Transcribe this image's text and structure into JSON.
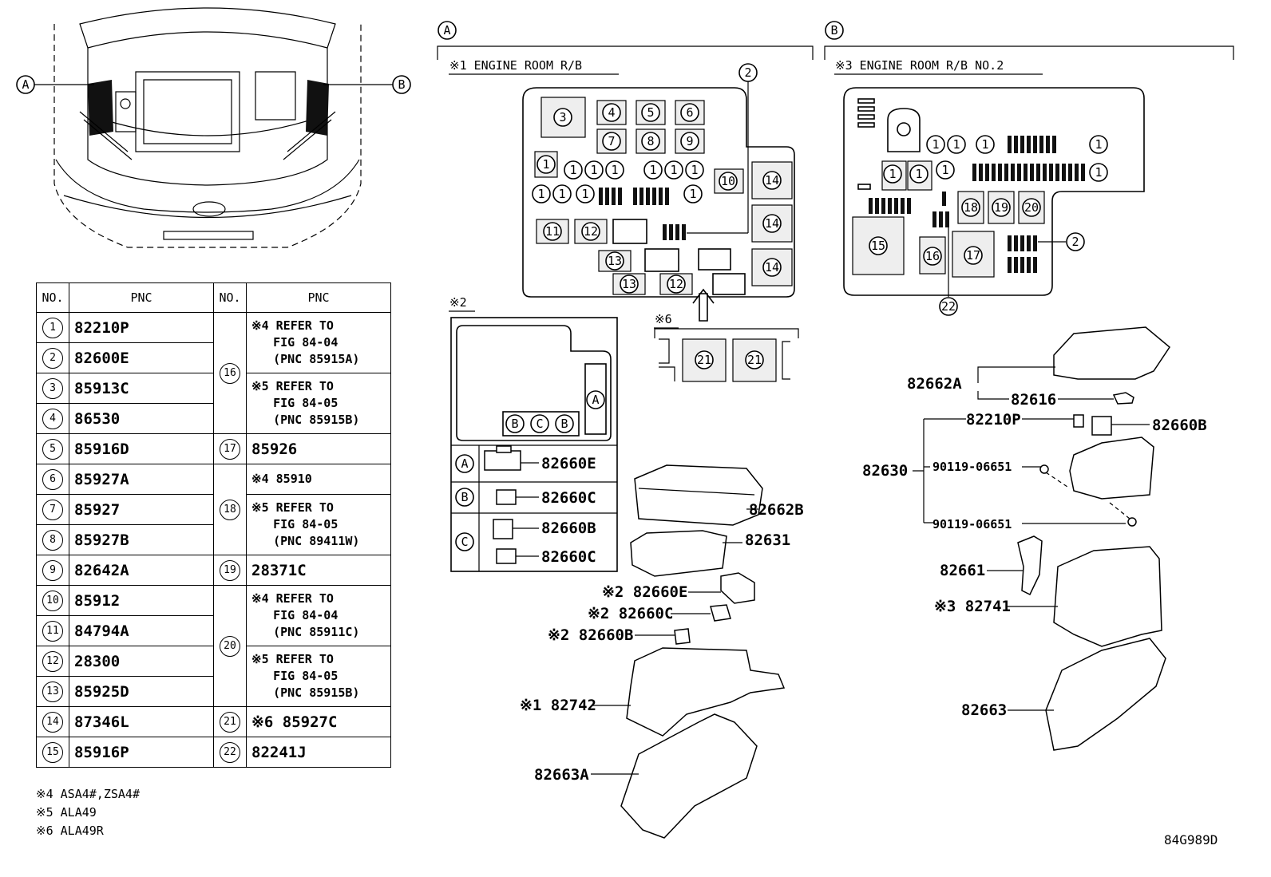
{
  "overview": {
    "callout_a": "A",
    "callout_b": "B"
  },
  "section_a": {
    "marker": "A",
    "title": "※1 ENGINE ROOM R/B"
  },
  "section_b": {
    "marker": "B",
    "title": "※3 ENGINE ROOM R/B NO.2"
  },
  "relay_box_1": {
    "ref_numbers": [
      "3",
      "4",
      "5",
      "6",
      "7",
      "8",
      "9",
      "1",
      "1",
      "1",
      "1",
      "1",
      "1",
      "1",
      "1",
      "1",
      "1",
      "1",
      "10",
      "14",
      "14",
      "14",
      "11",
      "12",
      "13",
      "13",
      "12",
      "2"
    ]
  },
  "relay_box_2": {
    "ref_numbers": [
      "1",
      "1",
      "1",
      "1",
      "1",
      "1",
      "1",
      "1",
      "18",
      "19",
      "20",
      "15",
      "16",
      "17",
      "2",
      "22"
    ]
  },
  "inset_2": {
    "label": "※2",
    "slots": [
      "A",
      "B",
      "C",
      "B"
    ],
    "rows": [
      {
        "key": "A",
        "pnc": "82660E"
      },
      {
        "key": "B",
        "pnc": "82660C"
      },
      {
        "key": "C",
        "pnc": "82660B"
      },
      {
        "key": "",
        "pnc": "82660C"
      }
    ]
  },
  "inset_6": {
    "label": "※6",
    "slots": [
      "21",
      "21"
    ]
  },
  "parts_table": {
    "headers": [
      "NO.",
      "PNC",
      "NO.",
      "PNC"
    ],
    "left": [
      {
        "no": "1",
        "pnc": "82210P"
      },
      {
        "no": "2",
        "pnc": "82600E"
      },
      {
        "no": "3",
        "pnc": "85913C"
      },
      {
        "no": "4",
        "pnc": "86530"
      },
      {
        "no": "5",
        "pnc": "85916D"
      },
      {
        "no": "6",
        "pnc": "85927A"
      },
      {
        "no": "7",
        "pnc": "85927"
      },
      {
        "no": "8",
        "pnc": "85927B"
      },
      {
        "no": "9",
        "pnc": "82642A"
      },
      {
        "no": "10",
        "pnc": "85912"
      },
      {
        "no": "11",
        "pnc": "84794A"
      },
      {
        "no": "12",
        "pnc": "28300"
      },
      {
        "no": "13",
        "pnc": "85925D"
      },
      {
        "no": "14",
        "pnc": "87346L"
      },
      {
        "no": "15",
        "pnc": "85916P"
      }
    ],
    "right": {
      "r16": {
        "no": "16",
        "a": "※4 REFER TO",
        "b": "FIG 84-04",
        "c": "(PNC 85915A)",
        "d": "※5 REFER TO",
        "e": "FIG 84-05",
        "f": "(PNC 85915B)"
      },
      "r17": {
        "no": "17",
        "pnc": "85926"
      },
      "r18": {
        "no": "18",
        "a": "※4 85910",
        "d": "※5 REFER TO",
        "e": "FIG 84-05",
        "f": "(PNC 89411W)"
      },
      "r19": {
        "no": "19",
        "pnc": "28371C"
      },
      "r20": {
        "no": "20",
        "a": "※4 REFER TO",
        "b": "FIG 84-04",
        "c": "(PNC 85911C)",
        "d": "※5 REFER TO",
        "e": "FIG 84-05",
        "f": "(PNC 85915B)"
      },
      "r21": {
        "no": "21",
        "pnc": "※6 85927C"
      },
      "r22": {
        "no": "22",
        "pnc": "82241J"
      }
    }
  },
  "notes": [
    "※4 ASA4#,ZSA4#",
    "※5 ALA49",
    "※6 ALA49R"
  ],
  "parts_a": {
    "p1": "82662B",
    "p2": "82631",
    "p3": "※2 82660E",
    "p4": "※2 82660C",
    "p5": "※2 82660B",
    "p6": "※1 82742",
    "p7": "82663A"
  },
  "parts_b": {
    "p1": "82662A",
    "p2": "82616",
    "p3": "82210P",
    "p4": "82660B",
    "p5": "82630",
    "p6": "90119-06651",
    "p7": "90119-06651",
    "p8": "82661",
    "p9": "※3 82741",
    "p10": "82663"
  },
  "figure_code": "84G989D"
}
